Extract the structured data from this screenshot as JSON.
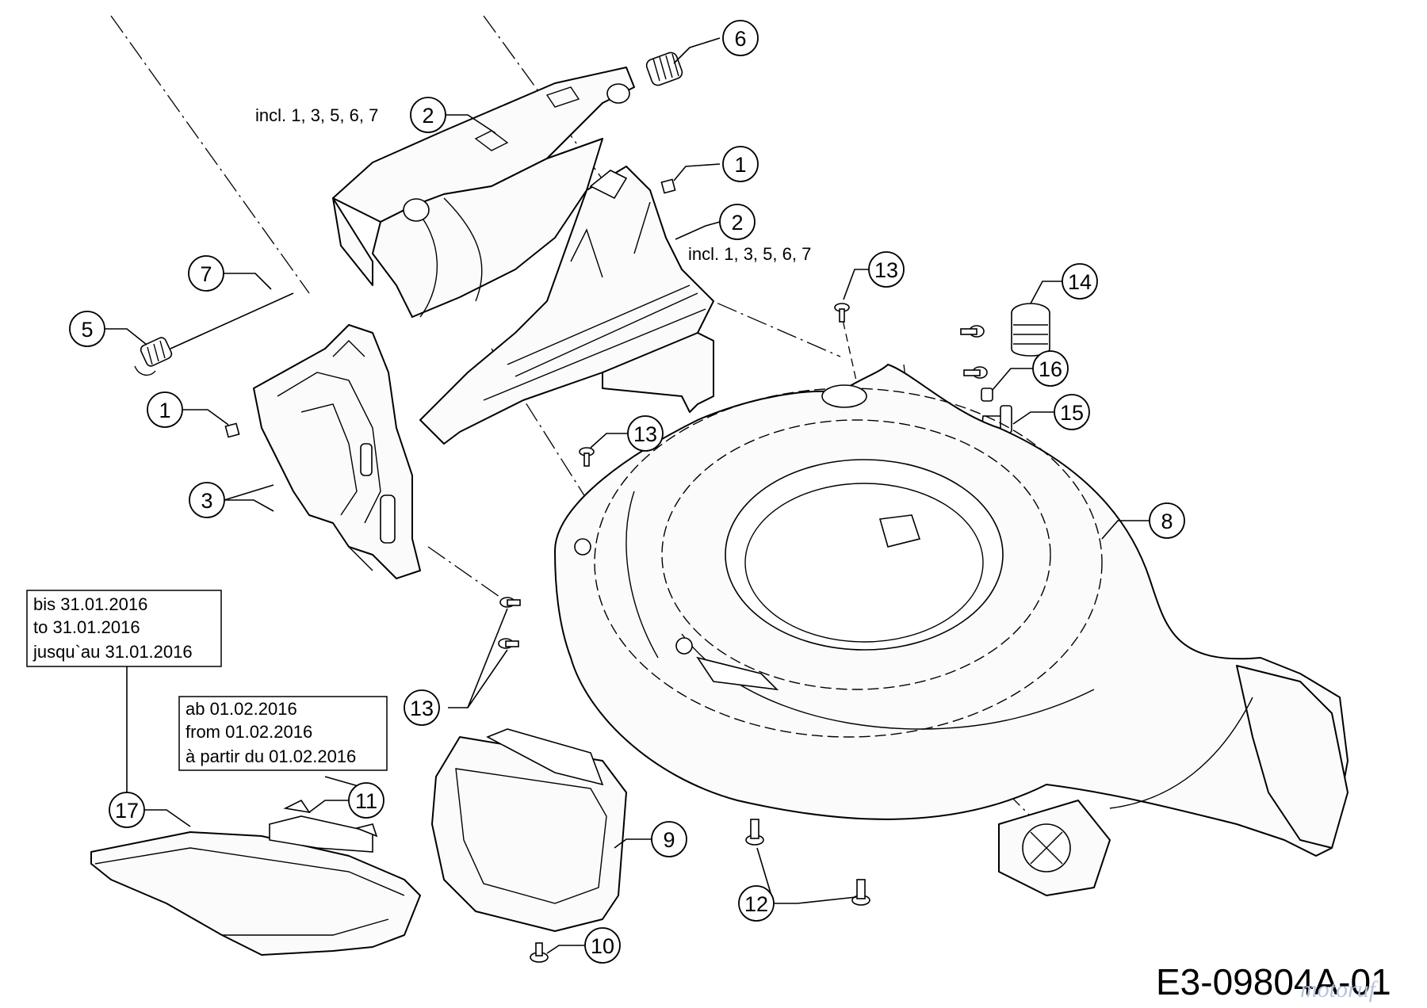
{
  "diagram": {
    "callouts": [
      {
        "id": "c6",
        "label": "6"
      },
      {
        "id": "c2a",
        "label": "2"
      },
      {
        "id": "c1a",
        "label": "1"
      },
      {
        "id": "c2b",
        "label": "2"
      },
      {
        "id": "c7",
        "label": "7"
      },
      {
        "id": "c5",
        "label": "5"
      },
      {
        "id": "c1b",
        "label": "1"
      },
      {
        "id": "c13a",
        "label": "13"
      },
      {
        "id": "c14",
        "label": "14"
      },
      {
        "id": "c16",
        "label": "16"
      },
      {
        "id": "c15",
        "label": "15"
      },
      {
        "id": "c13b",
        "label": "13"
      },
      {
        "id": "c3",
        "label": "3"
      },
      {
        "id": "c8",
        "label": "8"
      },
      {
        "id": "c13c",
        "label": "13"
      },
      {
        "id": "c17",
        "label": "17"
      },
      {
        "id": "c11",
        "label": "11"
      },
      {
        "id": "c9",
        "label": "9"
      },
      {
        "id": "c12",
        "label": "12"
      },
      {
        "id": "c10",
        "label": "10"
      }
    ],
    "notes": {
      "incl_top": "incl. 1, 3, 5, 6, 7",
      "incl_right": "incl. 1, 3, 5, 6, 7"
    },
    "box_before": {
      "line1": "bis 31.01.2016",
      "line2": "to 31.01.2016",
      "line3": "jusqu`au 31.01.2016"
    },
    "box_after": {
      "line1": "ab 01.02.2016",
      "line2": "from 01.02.2016",
      "line3": "à partir du 01.02.2016"
    },
    "drawing_code": "E3-09804A-01",
    "watermark": "motoruf"
  },
  "colors": {
    "line": "#000000",
    "background": "#ffffff",
    "watermark": "#b8c2dc"
  }
}
